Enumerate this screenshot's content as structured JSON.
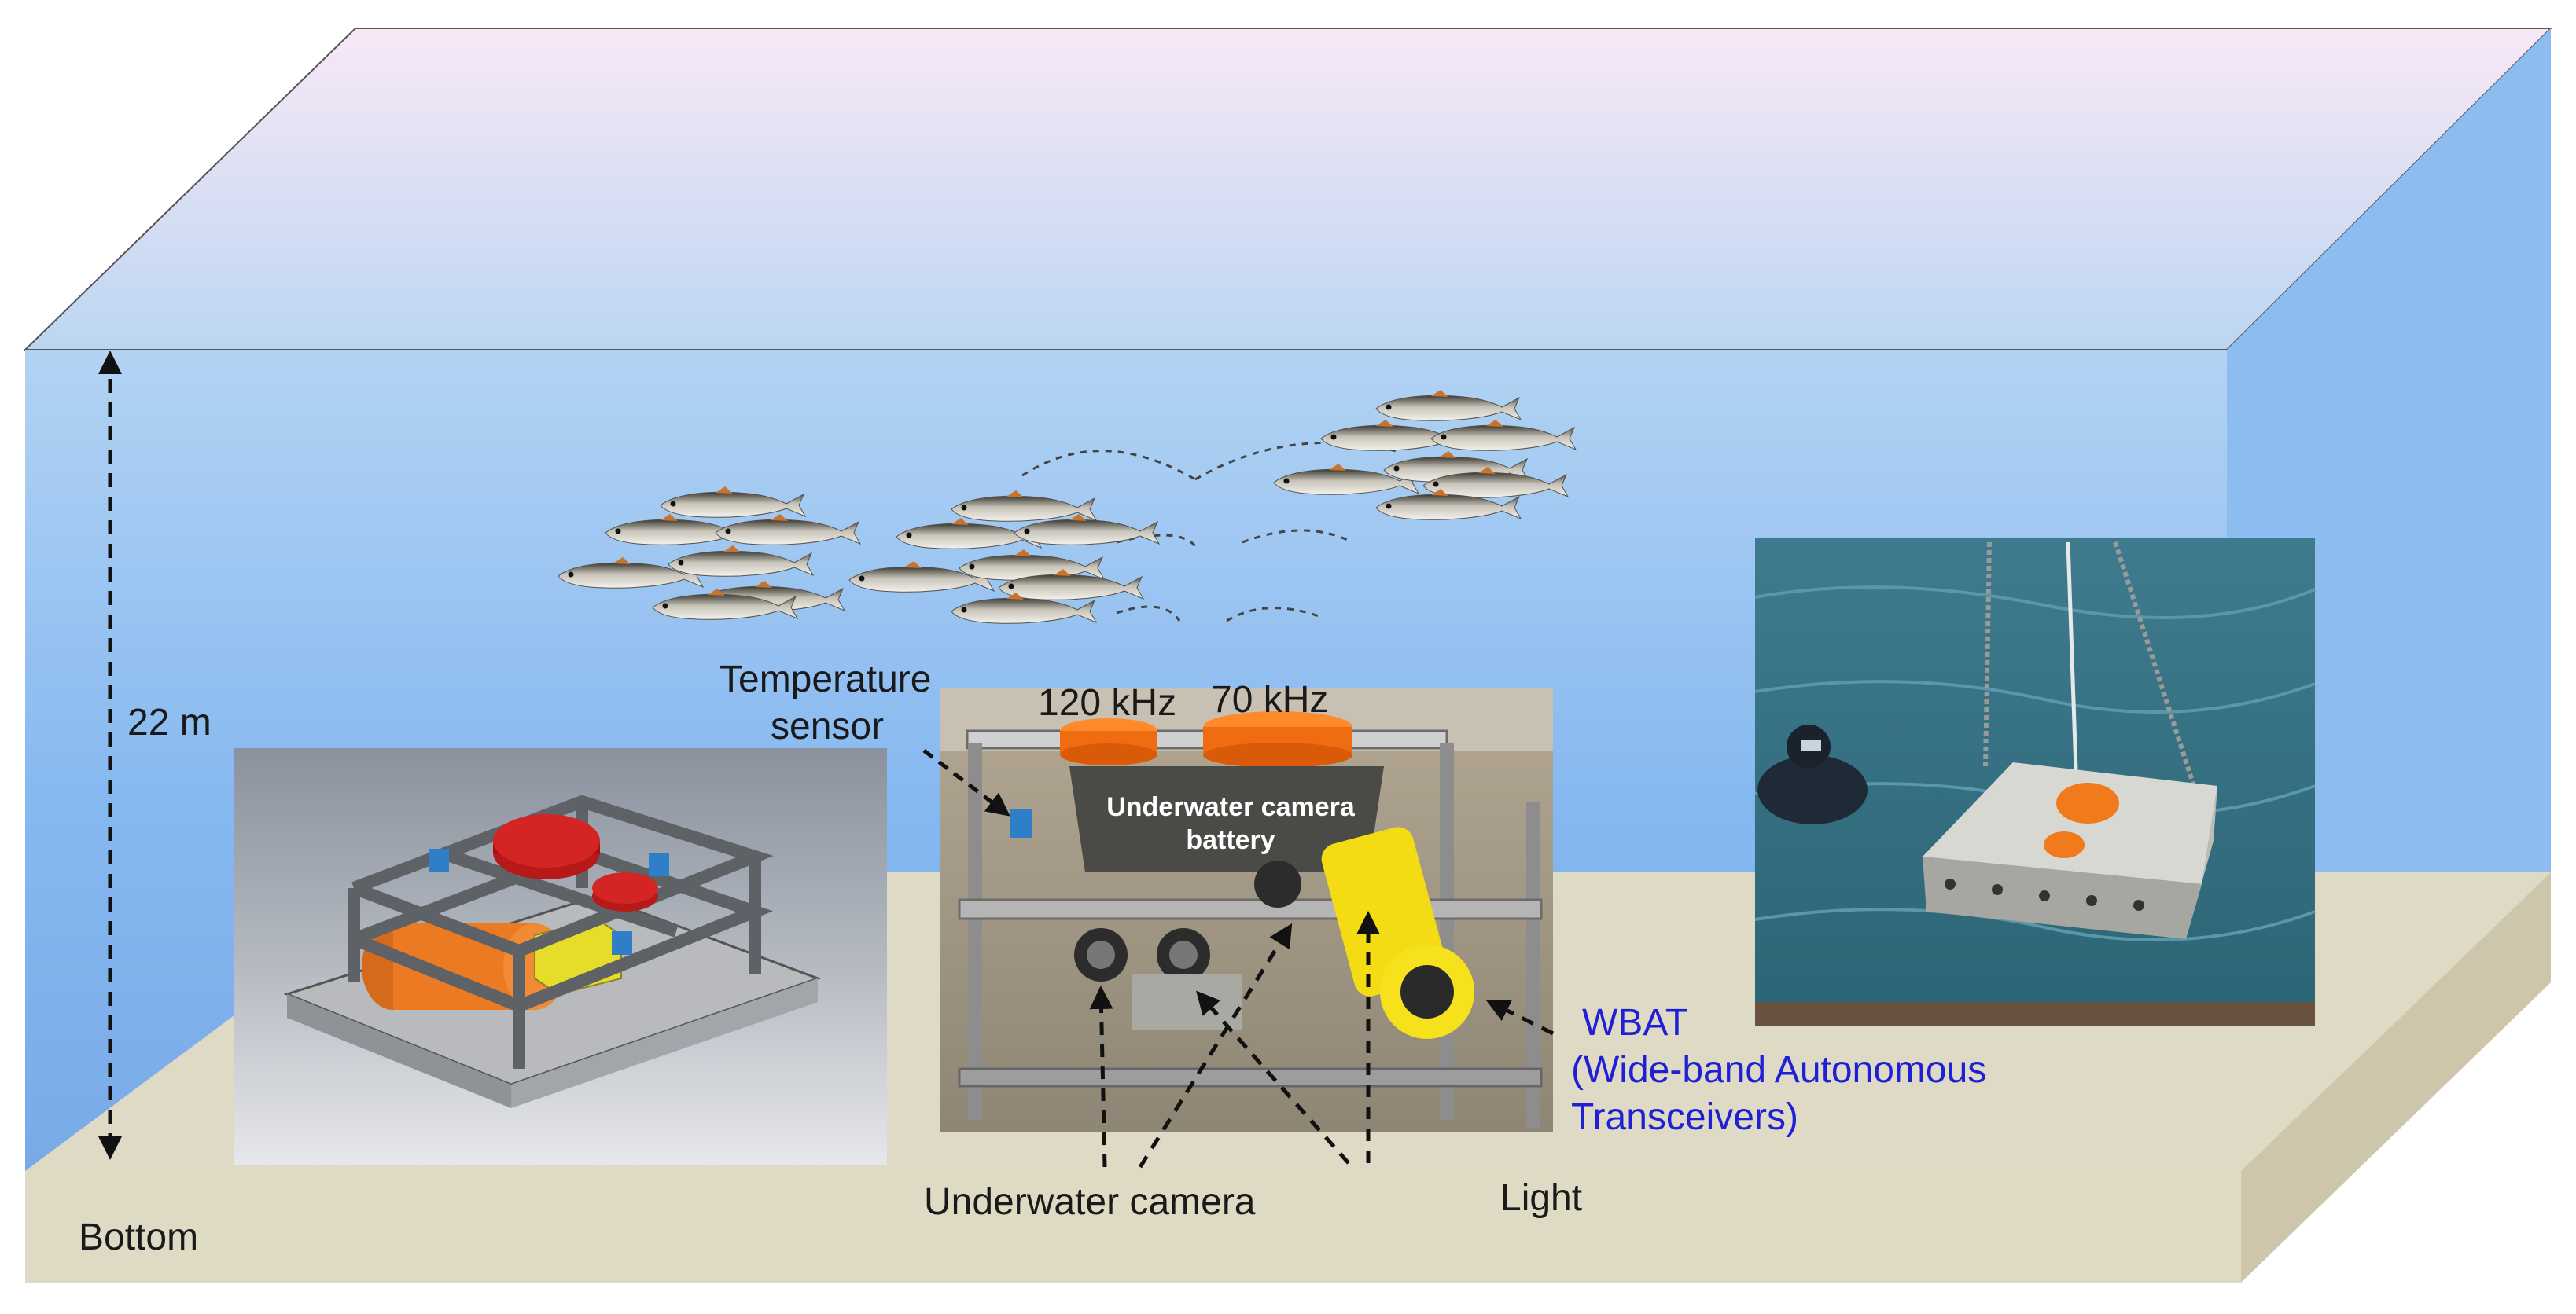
{
  "depth_label": "22 m",
  "bottom_label": "Bottom",
  "temperature_sensor": [
    "Temperature",
    "sensor"
  ],
  "freq_120": "120 kHz",
  "freq_70": "70 kHz",
  "camera_battery": [
    "Underwater camera",
    "battery"
  ],
  "underwater_camera": "Underwater camera",
  "light": "Light",
  "wbat": [
    "WBAT",
    "(Wide-band Autonomous",
    "Transceivers)"
  ],
  "colors": {
    "sky_top": "#f7e8f7",
    "water_top": "#a9cff2",
    "water_bottom": "#7fb2ee",
    "seabed": "#ded9c3",
    "seabed_side": "#cfc8ae",
    "transducer_orange": "#f36a12",
    "accent_blue": "#1f1fd6"
  }
}
